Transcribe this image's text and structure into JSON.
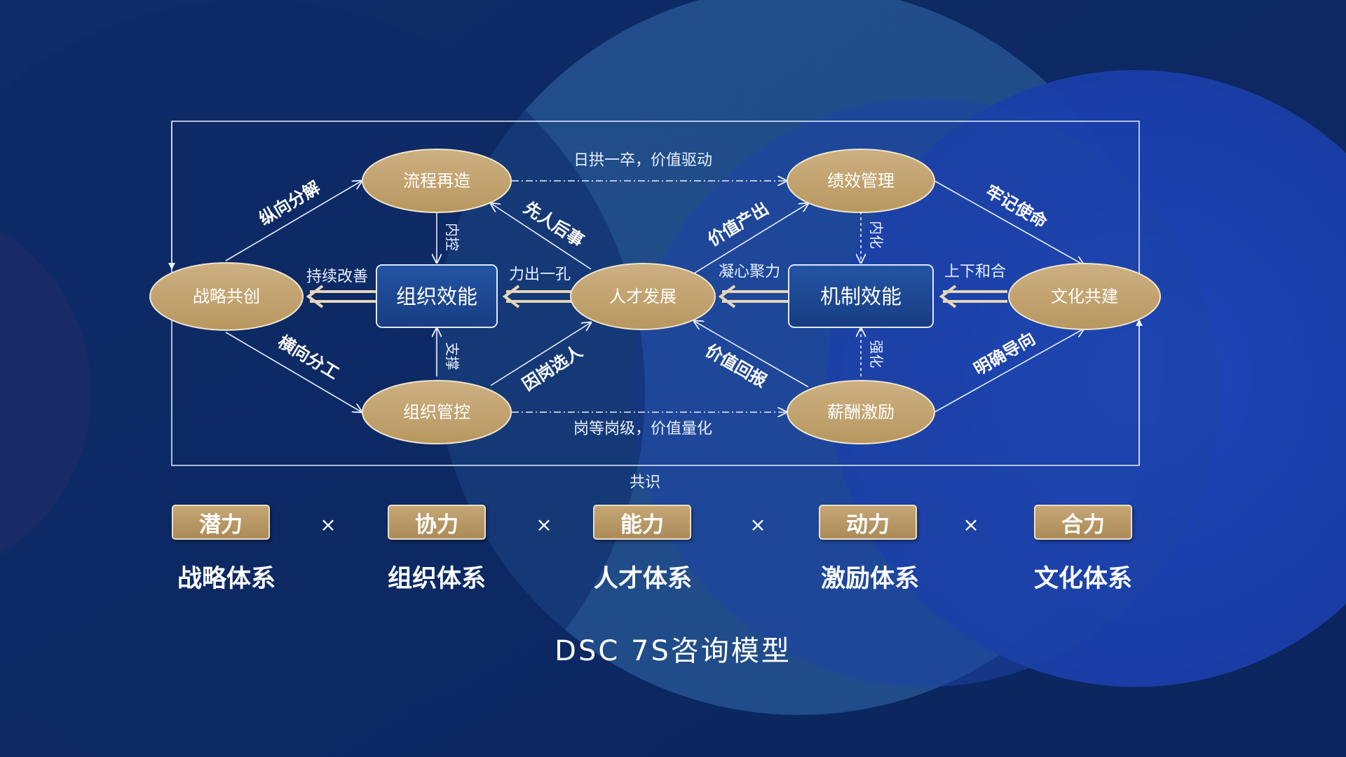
{
  "title": "DSC 7S咨询模型",
  "consensus_label": "共识",
  "colors": {
    "gold": "#c4a474",
    "box_fill": "#1c4790",
    "line": "#e8eefc",
    "background": "#0d2a66"
  },
  "ellipses": {
    "strategy": "战略共创",
    "process": "流程再造",
    "control": "组织管控",
    "talent": "人才发展",
    "performance": "绩效管理",
    "compensation": "薪酬激励",
    "culture": "文化共建"
  },
  "boxes": {
    "org_efficiency": "组织效能",
    "mech_efficiency": "机制效能"
  },
  "edge_labels": {
    "vertical_split": "纵向分解",
    "horizontal_split": "横向分工",
    "continuous_improve": "持续改善",
    "internal_control": "内控",
    "support": "支撑",
    "people_first": "先人后事",
    "post_selection": "因岗选人",
    "joint_force": "力出一孔",
    "value_output": "价值产出",
    "value_return": "价值回报",
    "cohesion": "凝心聚力",
    "internalize": "内化",
    "strengthen": "强化",
    "mission": "牢记使命",
    "clear_direction": "明确导向",
    "harmony": "上下和合",
    "top_dashed": "日拱一卒，价值驱动",
    "bottom_dashed": "岗等岗级，价值量化"
  },
  "tags": [
    "潜力",
    "协力",
    "能力",
    "动力",
    "合力"
  ],
  "systems": [
    "战略体系",
    "组织体系",
    "人才体系",
    "激励体系",
    "文化体系"
  ],
  "operator": "×"
}
